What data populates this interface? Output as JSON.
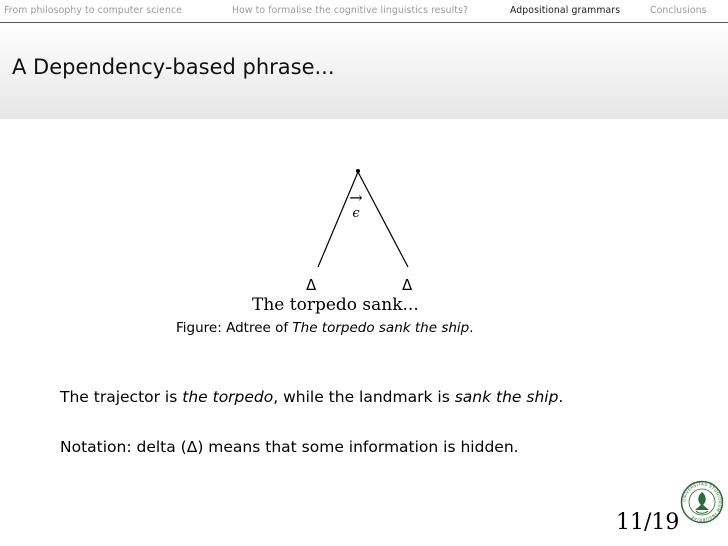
{
  "nav": {
    "items": [
      {
        "label": "From philosophy to computer science",
        "active": false
      },
      {
        "label": "How to formalise the cognitive linguistics results?",
        "active": false
      },
      {
        "label": "Adpositional grammars",
        "active": true
      },
      {
        "label": "Conclusions",
        "active": false
      }
    ]
  },
  "slide": {
    "title": "A Dependency-based phrase...",
    "tree": {
      "arrow": "→",
      "epsilon": "ϵ",
      "left_delta": "Δ",
      "right_delta": "Δ",
      "leaf_text": "The torpedo sank..."
    },
    "caption": {
      "label": "Figure:",
      "text_plain": "Adtree of",
      "text_italic": "The torpedo sank the ship",
      "end": "."
    },
    "para1": {
      "t1": "The trajector is ",
      "i1": "the torpedo",
      "t2": ", while the landmark is ",
      "i2": "sank the ship",
      "t3": "."
    },
    "para2": {
      "text": "Notation: delta (Δ) means that some information is hidden."
    },
    "page_number": "11/19",
    "logo_text": "UNIVERSITAS STUDIORUM INSUBRIAE"
  },
  "colors": {
    "nav_inactive": "#9a9a9a",
    "nav_active": "#1a1a1a",
    "title_band_bottom": "#e6e6e6",
    "seal_green": "#2e6b3a"
  },
  "icons": {
    "seal": "university-seal-icon"
  }
}
